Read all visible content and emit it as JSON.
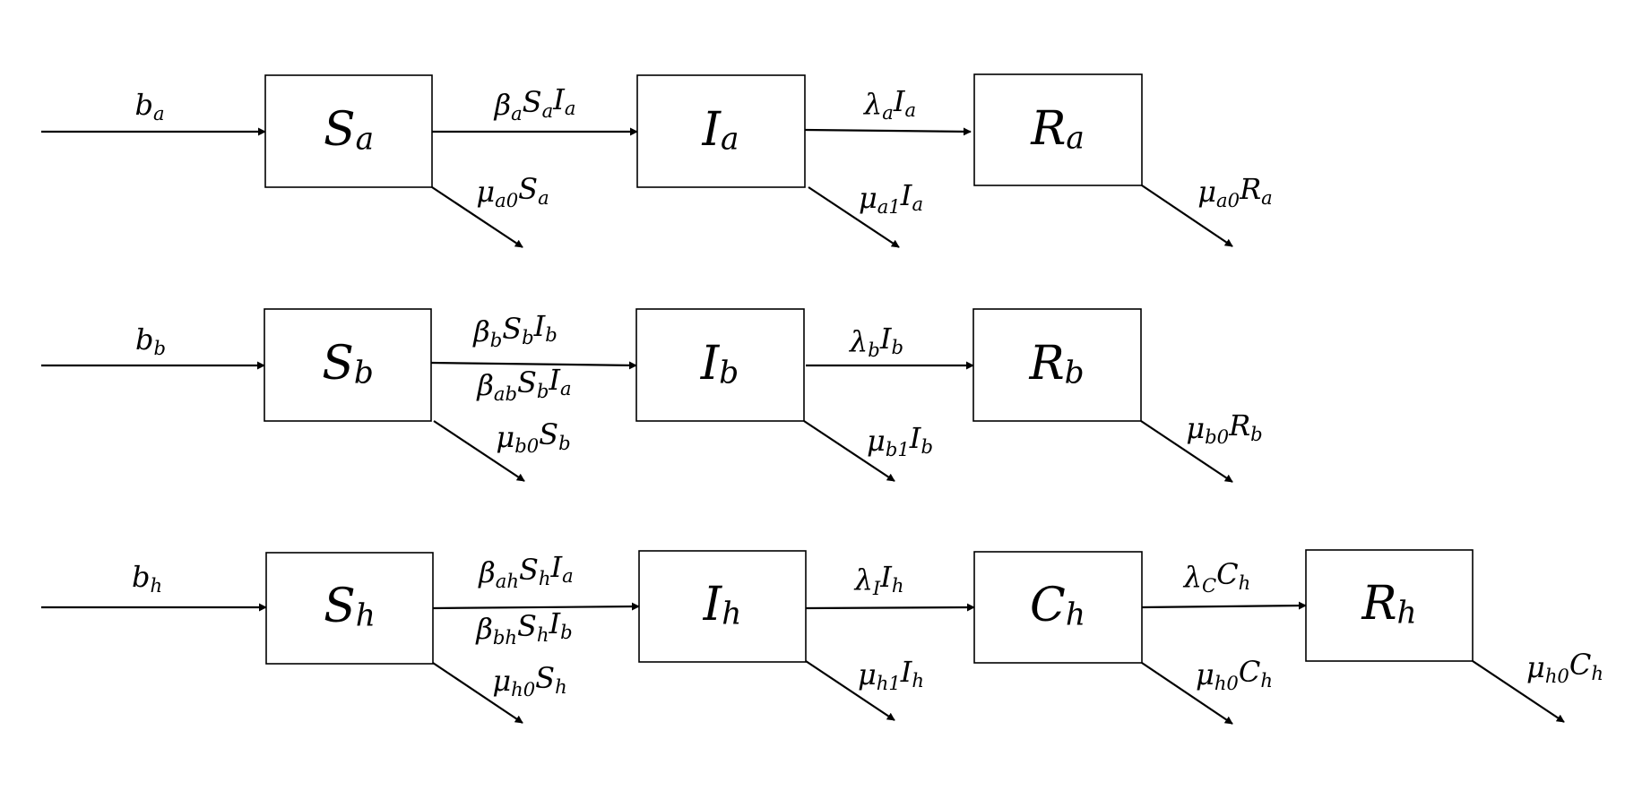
{
  "rows": [
    {
      "id": "a",
      "boxes": [
        {
          "id": "Sa",
          "main": "S",
          "sub": "a"
        },
        {
          "id": "Ia",
          "main": "I",
          "sub": "a"
        },
        {
          "id": "Ra",
          "main": "R",
          "sub": "a"
        }
      ],
      "flows": [
        {
          "id": "birth-a",
          "parts": [
            [
              "b",
              "a"
            ]
          ]
        },
        {
          "id": "infect-a",
          "parts": [
            [
              "β",
              "a"
            ],
            [
              "S",
              "a"
            ],
            [
              "I",
              "a"
            ]
          ]
        },
        {
          "id": "recover-a",
          "parts": [
            [
              "λ",
              "a"
            ],
            [
              "I",
              "a"
            ]
          ]
        },
        {
          "id": "death-Sa",
          "parts": [
            [
              "μ",
              "a0"
            ],
            [
              "S",
              "a"
            ]
          ]
        },
        {
          "id": "death-Ia",
          "parts": [
            [
              "μ",
              "a1"
            ],
            [
              "I",
              "a"
            ]
          ]
        },
        {
          "id": "death-Ra",
          "parts": [
            [
              "μ",
              "a0"
            ],
            [
              "R",
              "a"
            ]
          ]
        }
      ]
    },
    {
      "id": "b",
      "boxes": [
        {
          "id": "Sb",
          "main": "S",
          "sub": "b"
        },
        {
          "id": "Ib",
          "main": "I",
          "sub": "b"
        },
        {
          "id": "Rb",
          "main": "R",
          "sub": "b"
        }
      ],
      "flows": [
        {
          "id": "birth-b",
          "parts": [
            [
              "b",
              "b"
            ]
          ]
        },
        {
          "id": "infect-b-1",
          "parts": [
            [
              "β",
              "b"
            ],
            [
              "S",
              "b"
            ],
            [
              "I",
              "b"
            ]
          ]
        },
        {
          "id": "infect-b-2",
          "parts": [
            [
              "β",
              "ab"
            ],
            [
              "S",
              "b"
            ],
            [
              "I",
              "a"
            ]
          ]
        },
        {
          "id": "recover-b",
          "parts": [
            [
              "λ",
              "b"
            ],
            [
              "I",
              "b"
            ]
          ]
        },
        {
          "id": "death-Sb",
          "parts": [
            [
              "μ",
              "b0"
            ],
            [
              "S",
              "b"
            ]
          ]
        },
        {
          "id": "death-Ib",
          "parts": [
            [
              "μ",
              "b1"
            ],
            [
              "I",
              "b"
            ]
          ]
        },
        {
          "id": "death-Rb",
          "parts": [
            [
              "μ",
              "b0"
            ],
            [
              "R",
              "b"
            ]
          ]
        }
      ]
    },
    {
      "id": "h",
      "boxes": [
        {
          "id": "Sh",
          "main": "S",
          "sub": "h"
        },
        {
          "id": "Ih",
          "main": "I",
          "sub": "h"
        },
        {
          "id": "Ch",
          "main": "C",
          "sub": "h"
        },
        {
          "id": "Rh",
          "main": "R",
          "sub": "h"
        }
      ],
      "flows": [
        {
          "id": "birth-h",
          "parts": [
            [
              "b",
              "h"
            ]
          ]
        },
        {
          "id": "infect-h-1",
          "parts": [
            [
              "β",
              "ah"
            ],
            [
              "S",
              "h"
            ],
            [
              "I",
              "a"
            ]
          ]
        },
        {
          "id": "infect-h-2",
          "parts": [
            [
              "β",
              "bh"
            ],
            [
              "S",
              "h"
            ],
            [
              "I",
              "b"
            ]
          ]
        },
        {
          "id": "progress-h",
          "parts": [
            [
              "λ",
              "I"
            ],
            [
              "I",
              "h"
            ]
          ]
        },
        {
          "id": "recover-h",
          "parts": [
            [
              "λ",
              "C"
            ],
            [
              "C",
              "h"
            ]
          ]
        },
        {
          "id": "death-Sh",
          "parts": [
            [
              "μ",
              "h0"
            ],
            [
              "S",
              "h"
            ]
          ]
        },
        {
          "id": "death-Ih",
          "parts": [
            [
              "μ",
              "h1"
            ],
            [
              "I",
              "h"
            ]
          ]
        },
        {
          "id": "death-Ch",
          "parts": [
            [
              "μ",
              "h0"
            ],
            [
              "C",
              "h"
            ]
          ]
        },
        {
          "id": "death-Rh",
          "parts": [
            [
              "μ",
              "h0"
            ],
            [
              "C",
              "h"
            ]
          ]
        }
      ]
    }
  ]
}
